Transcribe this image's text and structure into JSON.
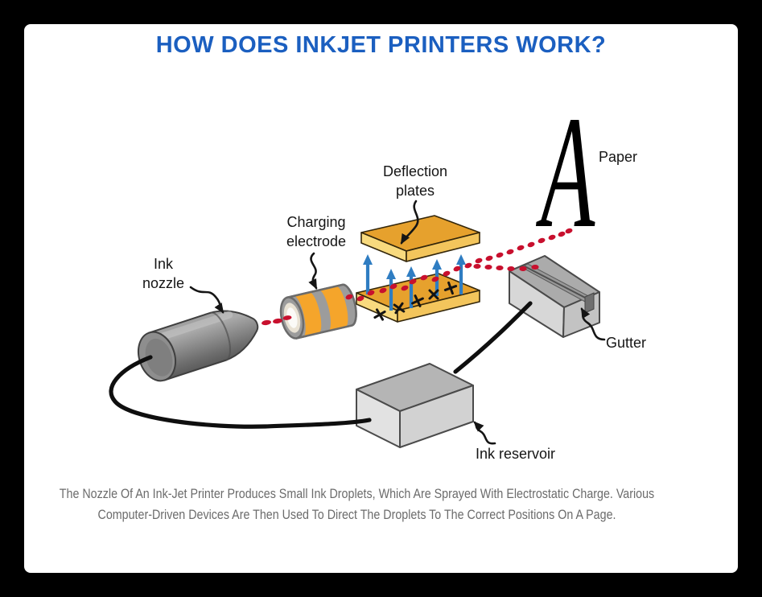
{
  "window": {
    "background": "#000000"
  },
  "card": {
    "background": "#FFFFFF"
  },
  "title": {
    "text": "HOW DOES INKJET PRINTERS WORK?",
    "color": "#1B5FC0"
  },
  "diagram": {
    "labels": {
      "deflection_line1": "Deflection",
      "deflection_line2": "plates",
      "charging_line1": "Charging",
      "charging_line2": "electrode",
      "nozzle_line1": "Ink",
      "nozzle_line2": "nozzle",
      "paper": "Paper",
      "gutter": "Gutter",
      "reservoir": "Ink reservoir",
      "printed_letter": "A"
    },
    "colors": {
      "plate_orange": "#E6A12D",
      "plate_edge_light": "#F8DA7E",
      "plate_edge_gold": "#F3C55C",
      "ink_droplet_red": "#C8102E",
      "field_arrow_blue": "#2F7DC2",
      "metal_gray": "#9C9C9C"
    }
  },
  "caption": {
    "line1": "The Nozzle Of An Ink-Jet Printer Produces Small Ink Droplets, Which Are Sprayed With Electrostatic Charge. Various",
    "line2": "Computer-Driven Devices Are Then Used To Direct The Droplets To The Correct Positions On A Page.",
    "color": "#6B6B6B"
  }
}
